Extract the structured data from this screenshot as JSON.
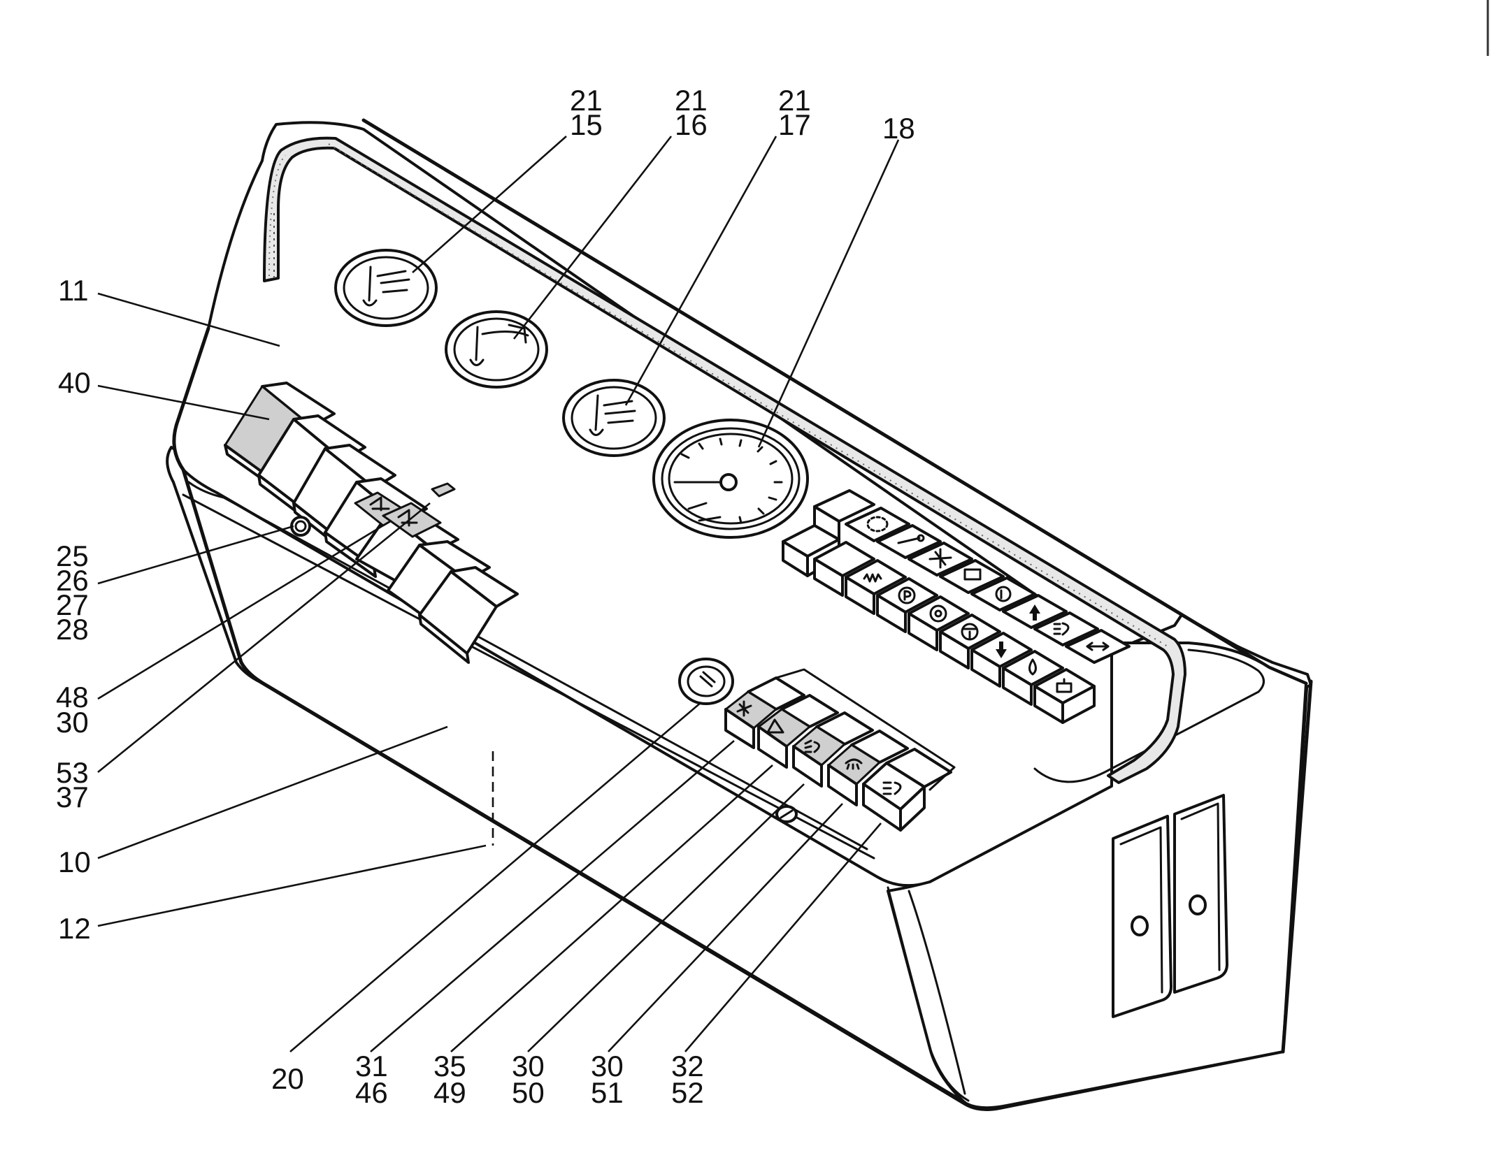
{
  "callouts": {
    "c11": "11",
    "c40": "40",
    "c25": "25",
    "c26": "26",
    "c27": "27",
    "c28": "28",
    "c48": "48",
    "c30a": "30",
    "c53": "53",
    "c37": "37",
    "c10": "10",
    "c12": "12",
    "c21a": "21",
    "c15": "15",
    "c21b": "21",
    "c16": "16",
    "c21c": "21",
    "c17": "17",
    "c18": "18",
    "c20": "20",
    "c31": "31",
    "c46": "46",
    "c35": "35",
    "c49": "49",
    "c30b": "30",
    "c50": "50",
    "c30c": "30",
    "c51": "51",
    "c32": "32",
    "c52": "52"
  },
  "icons": {
    "gauges": [
      "fuel-level-gauge",
      "coolant-temperature-gauge",
      "oil-temperature-gauge",
      "speedometer-gauge"
    ],
    "warning_lights_top_row": [
      "blank",
      "brake-ring",
      "key-switch",
      "fan",
      "battery",
      "p-brake-ring",
      "arrow-up",
      "headlight",
      "direction-arrows"
    ],
    "warning_lights_bottom_row": [
      "blank",
      "blank",
      "glow-plug",
      "parking-brake",
      "wheel",
      "steering",
      "arrow-down",
      "oil-drop",
      "engine"
    ],
    "rocker_switches": [
      "fan",
      "hazard-triangle",
      "low-beam",
      "work-light",
      "high-beam"
    ]
  }
}
